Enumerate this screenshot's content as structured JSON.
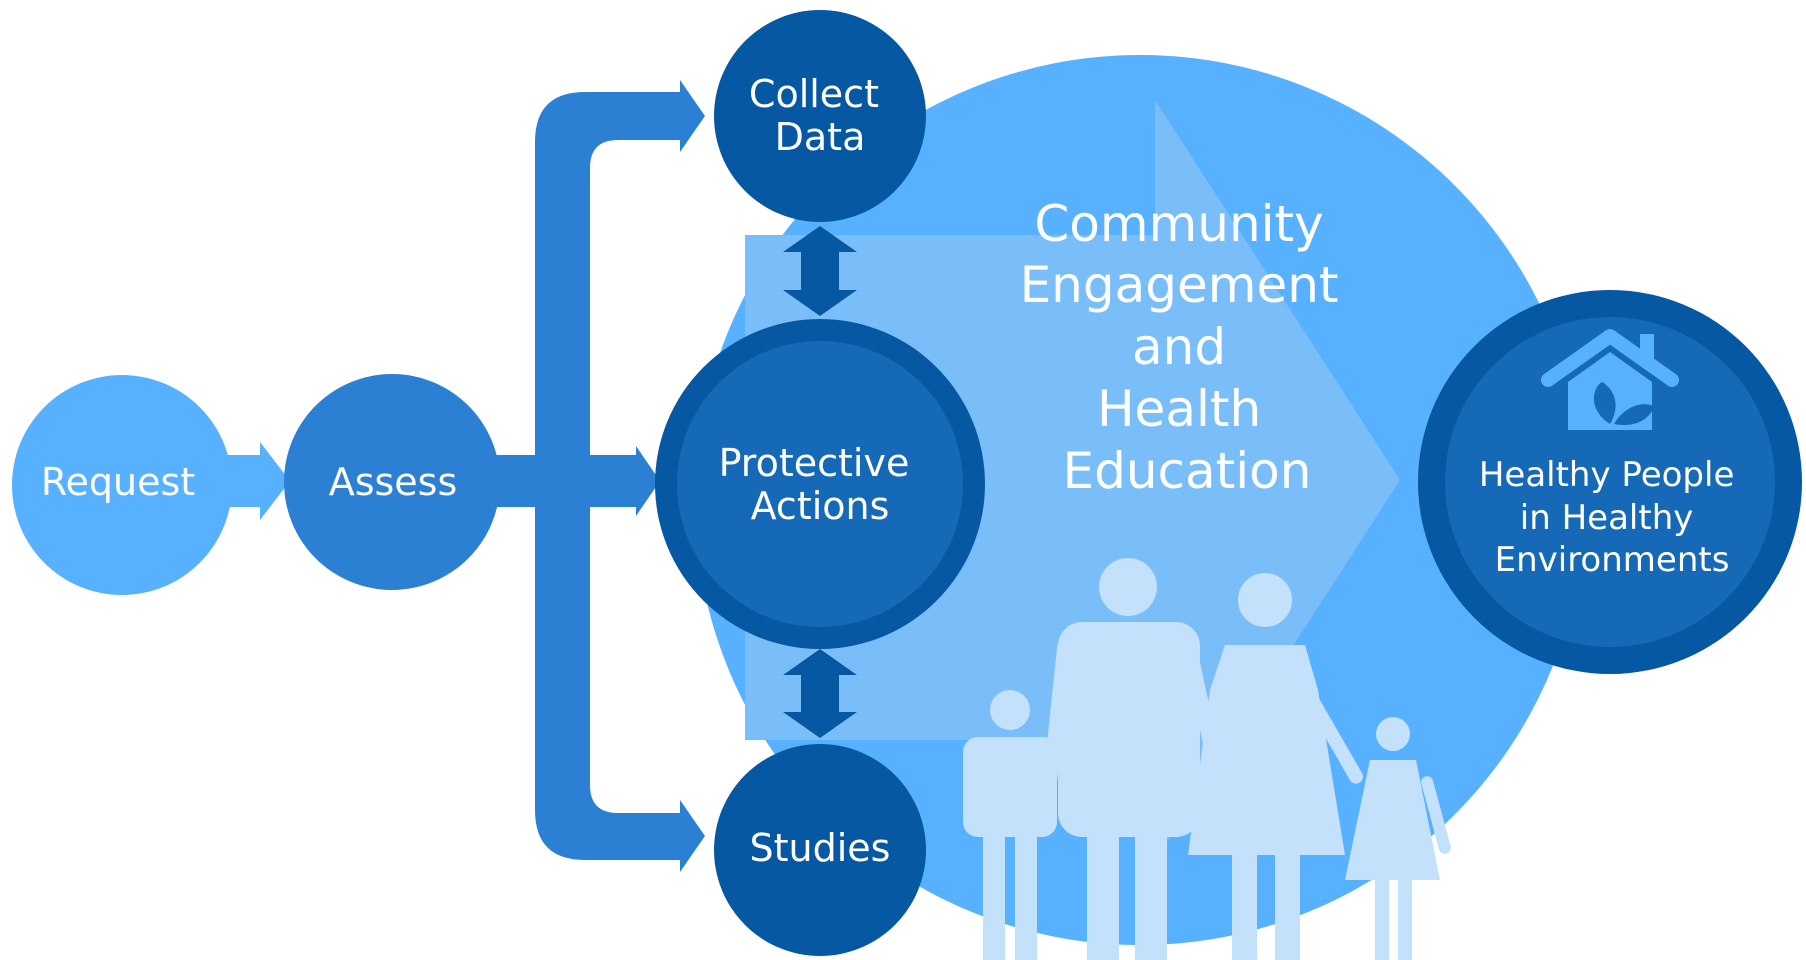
{
  "colors": {
    "big_circle": "#57B1FF",
    "wide_arrow": "#7ABEF9",
    "people": "#C3E1FB",
    "light_node": "#57B1FF",
    "mid_blue": "#2C80D3",
    "dark_node": "#0758A3",
    "goal_node_fill": "#1569B7",
    "goal_node_ring": "#0758A3"
  },
  "nodes": {
    "request": {
      "label": [
        "Request"
      ]
    },
    "assess": {
      "label": [
        "Assess"
      ]
    },
    "collect_data": {
      "label": [
        "Collect",
        "Data"
      ]
    },
    "protective_actions": {
      "label": [
        "Protective",
        "Actions"
      ]
    },
    "studies": {
      "label": [
        "Studies"
      ]
    },
    "goal": {
      "label": [
        "Healthy People",
        "in Healthy",
        "Environments"
      ],
      "icon": "home-leaf-icon"
    }
  },
  "community_text": [
    "Community",
    "Engagement",
    "and",
    "Health",
    "Education"
  ],
  "illustration": {
    "icon": "family-silhouette-icon"
  }
}
